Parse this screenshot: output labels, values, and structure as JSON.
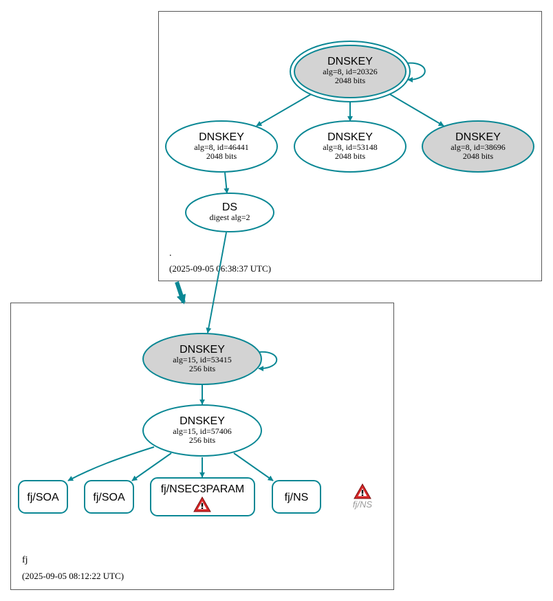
{
  "colors": {
    "edge": "#0a8794",
    "selected_fill": "#d3d3d3",
    "warning_fill": "#d62728"
  },
  "zones": {
    "root": {
      "name": ".",
      "timestamp": "(2025-09-05 06:38:37 UTC)"
    },
    "fj": {
      "name": "fj",
      "timestamp": "(2025-09-05 08:12:22 UTC)"
    }
  },
  "nodes": {
    "root_ksk": {
      "title": "DNSKEY",
      "line1": "alg=8, id=20326",
      "line2": "2048 bits"
    },
    "root_zsk1": {
      "title": "DNSKEY",
      "line1": "alg=8, id=46441",
      "line2": "2048 bits"
    },
    "root_zsk2": {
      "title": "DNSKEY",
      "line1": "alg=8, id=53148",
      "line2": "2048 bits"
    },
    "root_zsk3": {
      "title": "DNSKEY",
      "line1": "alg=8, id=38696",
      "line2": "2048 bits"
    },
    "fj_ds": {
      "title": "DS",
      "line1": "digest alg=2"
    },
    "fj_ksk": {
      "title": "DNSKEY",
      "line1": "alg=15, id=53415",
      "line2": "256 bits"
    },
    "fj_zsk": {
      "title": "DNSKEY",
      "line1": "alg=15, id=57406",
      "line2": "256 bits"
    }
  },
  "records": {
    "soa1": "fj/SOA",
    "soa2": "fj/SOA",
    "nsec3param": "fj/NSEC3PARAM",
    "ns": "fj/NS",
    "ns_ghost": "fj/NS"
  },
  "icons": {
    "warning": "warning-triangle-icon"
  }
}
